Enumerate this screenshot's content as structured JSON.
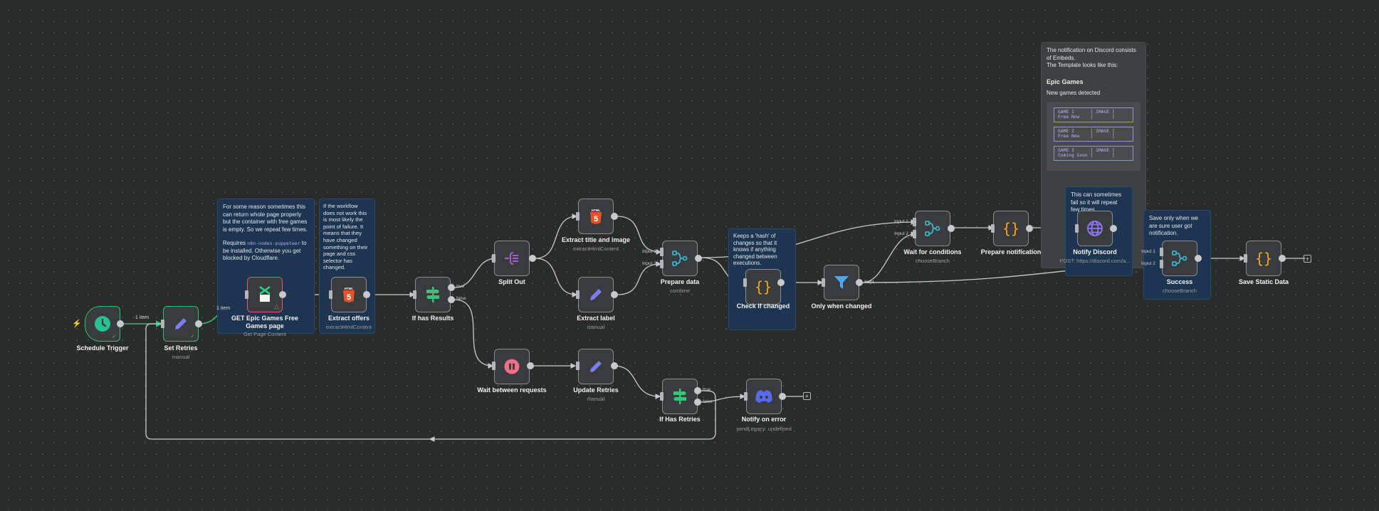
{
  "canvas": {
    "title": "Epic Games free games workflow",
    "colors": {
      "background": "#2a2b2b",
      "sticky_blue": "#1d3550",
      "sticky_grey": "#3f4041",
      "node_fill": "#3a3b3c",
      "success": "#2fbf71",
      "error": "#d55f70",
      "edge": "#c8c9cc"
    }
  },
  "sticky_notes": {
    "puppeteer": {
      "line1": "For some reason sometimes this can return whole page properly but the container with free games is empty. So we repeat few times.",
      "requires_prefix": "Requires",
      "package": "n8n-nodes-puppeteer",
      "requires_suffix": "to be installed. Otherwise you get blocked by Cloudflare."
    },
    "extract_offers": {
      "text": "If the workflow does not work this is most likely the point of failure. It means that they have changed something on their page and css selector has changed."
    },
    "hash": {
      "text": "Keeps a 'hash' of changes so that it knows if anything changed between executions."
    },
    "discord_template": {
      "intro1": "The notification on Discord consists of Embeds.",
      "intro2": "The Template looks like this:",
      "embed_title": "Epic Games",
      "embed_desc": "New games detected",
      "games": [
        {
          "name": "GAME 1",
          "status": "Free Now",
          "image": "IMAGE"
        },
        {
          "name": "GAME 2",
          "status": "Free Now",
          "image": "IMAGE"
        },
        {
          "name": "GAME 3",
          "status": "Coming Soon",
          "image": "IMAGE"
        }
      ]
    },
    "notify_retry": {
      "text": "This can sometimes fail so it will repeat few times."
    },
    "save_only": {
      "text": "Save only when we are sure user got notification."
    }
  },
  "nodes": {
    "schedule_trigger": {
      "title": "Schedule Trigger",
      "icon": "clock-icon",
      "status": "success"
    },
    "set_retries": {
      "title": "Set Retries",
      "subtitle": "manual",
      "icon": "pencil-icon",
      "status": "success"
    },
    "get_epic": {
      "title_line1": "GET Epic Games Free",
      "title_line2": "Games page",
      "subtitle": "Get Page Content",
      "icon": "puppeteer-icon",
      "status": "warning"
    },
    "extract_offers": {
      "title": "Extract offers",
      "subtitle": "extractHtmlContent",
      "icon": "html5-icon"
    },
    "if_has_results": {
      "title": "If has Results",
      "icon": "signpost-icon",
      "outputs": [
        "true",
        "false"
      ]
    },
    "split_out": {
      "title": "Split Out",
      "icon": "split-out-icon"
    },
    "extract_title_image": {
      "title": "Extract title and image",
      "subtitle": "extractHtmlContent",
      "icon": "html5-icon"
    },
    "extract_label": {
      "title": "Extract label",
      "subtitle": "manual",
      "icon": "pencil-icon"
    },
    "prepare_data": {
      "title": "Prepare data",
      "subtitle": "combine",
      "icon": "merge-icon",
      "inputs": [
        "Input 1",
        "Input 2"
      ]
    },
    "check_if_changed": {
      "title": "Check if changed",
      "icon": "code-braces-icon"
    },
    "only_when_changed": {
      "title": "Only when changed",
      "icon": "filter-icon",
      "output": "Kept"
    },
    "wait_for_conditions": {
      "title": "Wait for conditions",
      "subtitle": "chooseBranch",
      "icon": "merge-icon",
      "inputs": [
        "Input 1",
        "Input 2"
      ]
    },
    "prepare_notification": {
      "title": "Prepare notification",
      "icon": "code-braces-icon"
    },
    "notify_discord": {
      "title": "Notify Discord",
      "subtitle": "POST: https://discord.com/a...",
      "icon": "globe-icon"
    },
    "success": {
      "title": "Success",
      "subtitle": "chooseBranch",
      "icon": "merge-icon",
      "inputs": [
        "Input 1",
        "Input 2"
      ]
    },
    "save_static_data": {
      "title": "Save Static Data",
      "icon": "code-braces-icon"
    },
    "wait_between": {
      "title": "Wait between requests",
      "icon": "pause-icon"
    },
    "update_retries": {
      "title": "Update Retries",
      "subtitle": "manual",
      "icon": "pencil-icon"
    },
    "if_has_retries": {
      "title": "If Has Retries",
      "icon": "signpost-icon",
      "outputs": [
        "true",
        "false"
      ]
    },
    "notify_on_error": {
      "title": "Notify on error",
      "subtitle": "sendLegacy: undefined",
      "icon": "discord-icon"
    }
  },
  "edge_labels": {
    "trigger_to_set": "1 item",
    "set_to_get": "1 item"
  },
  "add_button": "+"
}
